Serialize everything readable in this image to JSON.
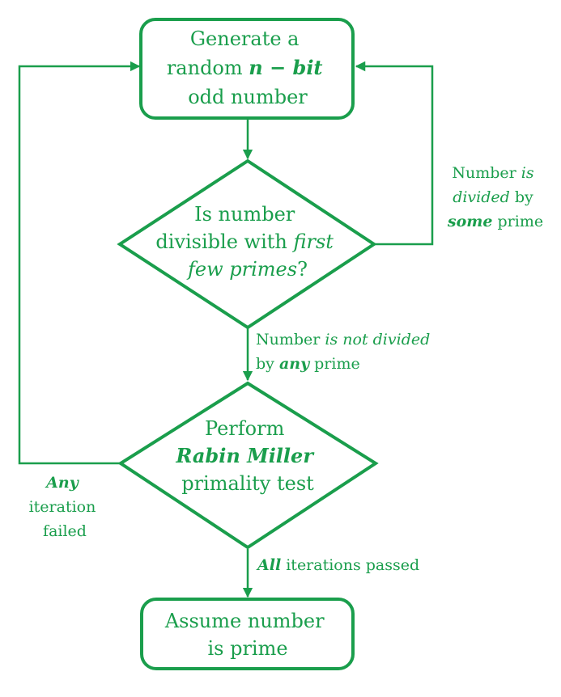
{
  "colors": {
    "accent": "#1a9e4c",
    "background": "#ffffff"
  },
  "nodes": {
    "generate": {
      "line1": "Generate a",
      "line2_prefix": "random ",
      "line2_math": "n − bit",
      "line3": "odd number"
    },
    "divisible": {
      "line1": "Is number",
      "line2_prefix": "divisible with ",
      "line2_italic": "first",
      "line3_italic": "few primes",
      "line3_suffix": "?"
    },
    "rabin": {
      "line1": "Perform",
      "line2_bold": "Rabin Miller",
      "line3": "primality test"
    },
    "assume": {
      "line1": "Assume number",
      "line2": "is prime"
    }
  },
  "edges": {
    "divided": {
      "line1_prefix": "Number ",
      "line1_italic": "is",
      "line2_italic": "divided",
      "line2_suffix": " by",
      "line3_bold": "some",
      "line3_suffix": " prime"
    },
    "not_divided": {
      "line1_prefix": "Number ",
      "line1_italic": "is not divided",
      "line2_prefix": "by ",
      "line2_bold": "any",
      "line2_suffix": " prime"
    },
    "failed": {
      "line1_bold": "Any",
      "line2": "iteration",
      "line3": "failed"
    },
    "passed": {
      "line1_bold": "All",
      "line1_suffix": " iterations passed"
    }
  }
}
